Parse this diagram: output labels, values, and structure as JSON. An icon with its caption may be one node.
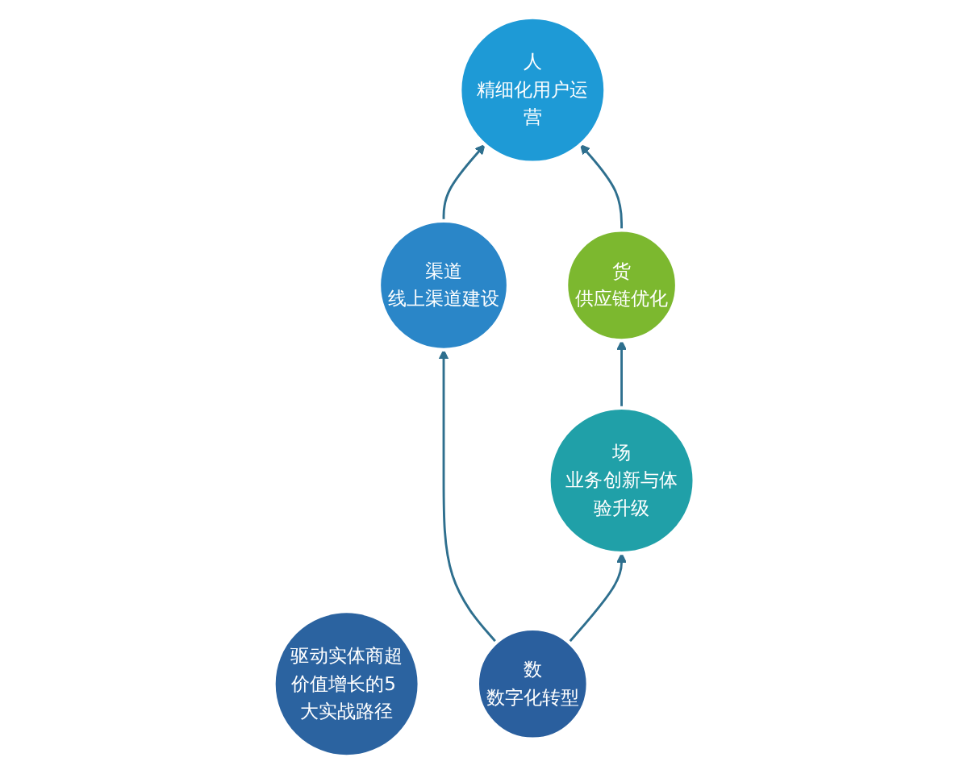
{
  "diagram": {
    "nodes": [
      {
        "text": [
          "人",
          "精细化用户运营"
        ]
      },
      {
        "text": [
          "渠道",
          "线上渠道建设"
        ]
      },
      {
        "text": [
          "驱动实体商超价值增长的5 大实战路径"
        ]
      },
      {
        "text": [
          "货",
          "供应链优化"
        ]
      },
      {
        "text": [
          "数",
          "数字化转型"
        ]
      },
      {
        "text": [
          "场",
          "业务创新与体验升级"
        ]
      }
    ],
    "edges": [
      {
        "from": 1,
        "to": 0,
        "arrow": "to"
      },
      {
        "from": 3,
        "to": 0,
        "arrow": "to"
      },
      {
        "from": 5,
        "to": 3,
        "arrow": "to"
      },
      {
        "from": 4,
        "to": 5,
        "arrow": "to"
      },
      {
        "from": 4,
        "to": 1,
        "arrow": "to"
      }
    ]
  }
}
